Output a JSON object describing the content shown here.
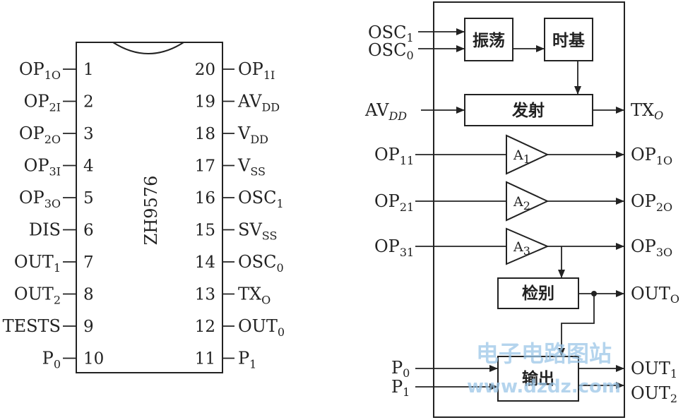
{
  "chip": {
    "name": "ZH9576",
    "left_pins": [
      {
        "num": "1",
        "base": "OP",
        "sub": "1O"
      },
      {
        "num": "2",
        "base": "OP",
        "sub": "2I"
      },
      {
        "num": "3",
        "base": "OP",
        "sub": "2O"
      },
      {
        "num": "4",
        "base": "OP",
        "sub": "3I"
      },
      {
        "num": "5",
        "base": "OP",
        "sub": "3O"
      },
      {
        "num": "6",
        "base": "DIS",
        "sub": ""
      },
      {
        "num": "7",
        "base": "OUT",
        "sub": "1"
      },
      {
        "num": "8",
        "base": "OUT",
        "sub": "2"
      },
      {
        "num": "9",
        "base": "TESTS",
        "sub": ""
      },
      {
        "num": "10",
        "base": "P",
        "sub": "0"
      }
    ],
    "right_pins": [
      {
        "num": "20",
        "base": "OP",
        "sub": "1I"
      },
      {
        "num": "19",
        "base": "AV",
        "sub": "DD"
      },
      {
        "num": "18",
        "base": "V",
        "sub": "DD"
      },
      {
        "num": "17",
        "base": "V",
        "sub": "SS"
      },
      {
        "num": "16",
        "base": "OSC",
        "sub": "1"
      },
      {
        "num": "15",
        "base": "SV",
        "sub": "SS"
      },
      {
        "num": "14",
        "base": "OSC",
        "sub": "0"
      },
      {
        "num": "13",
        "base": "TX",
        "sub": "O"
      },
      {
        "num": "12",
        "base": "OUT",
        "sub": "0"
      },
      {
        "num": "11",
        "base": "P",
        "sub": "1"
      }
    ]
  },
  "block": {
    "blocks": {
      "oscillator": "振荡",
      "timebase": "时基",
      "transmit": "发射",
      "detect": "检别",
      "output": "输出"
    },
    "amps": [
      {
        "base": "A",
        "sub": "1"
      },
      {
        "base": "A",
        "sub": "2"
      },
      {
        "base": "A",
        "sub": "3"
      }
    ],
    "inputs": {
      "osc1": {
        "base": "OSC",
        "sub": "1"
      },
      "osc0": {
        "base": "OSC",
        "sub": "0"
      },
      "avdd": {
        "base": "AV",
        "sub": "DD"
      },
      "op11": {
        "base": "OP",
        "sub": "11"
      },
      "op21": {
        "base": "OP",
        "sub": "21"
      },
      "op31": {
        "base": "OP",
        "sub": "31"
      },
      "p0": {
        "base": "P",
        "sub": "0"
      },
      "p1": {
        "base": "P",
        "sub": "1"
      }
    },
    "outputs": {
      "txo": {
        "base": "TX",
        "sub": "O"
      },
      "op1o": {
        "base": "OP",
        "sub": "1O"
      },
      "op2o": {
        "base": "OP",
        "sub": "2O"
      },
      "op3o": {
        "base": "OP",
        "sub": "3O"
      },
      "outo": {
        "base": "OUT",
        "sub": "O"
      },
      "out1": {
        "base": "OUT",
        "sub": "1"
      },
      "out2": {
        "base": "OUT",
        "sub": "2"
      }
    }
  },
  "watermark": {
    "line1": "电子电路图站",
    "line2": "www.dzdz.com"
  },
  "colors": {
    "ink": "#222222",
    "watermark": "#9cc6e8"
  }
}
